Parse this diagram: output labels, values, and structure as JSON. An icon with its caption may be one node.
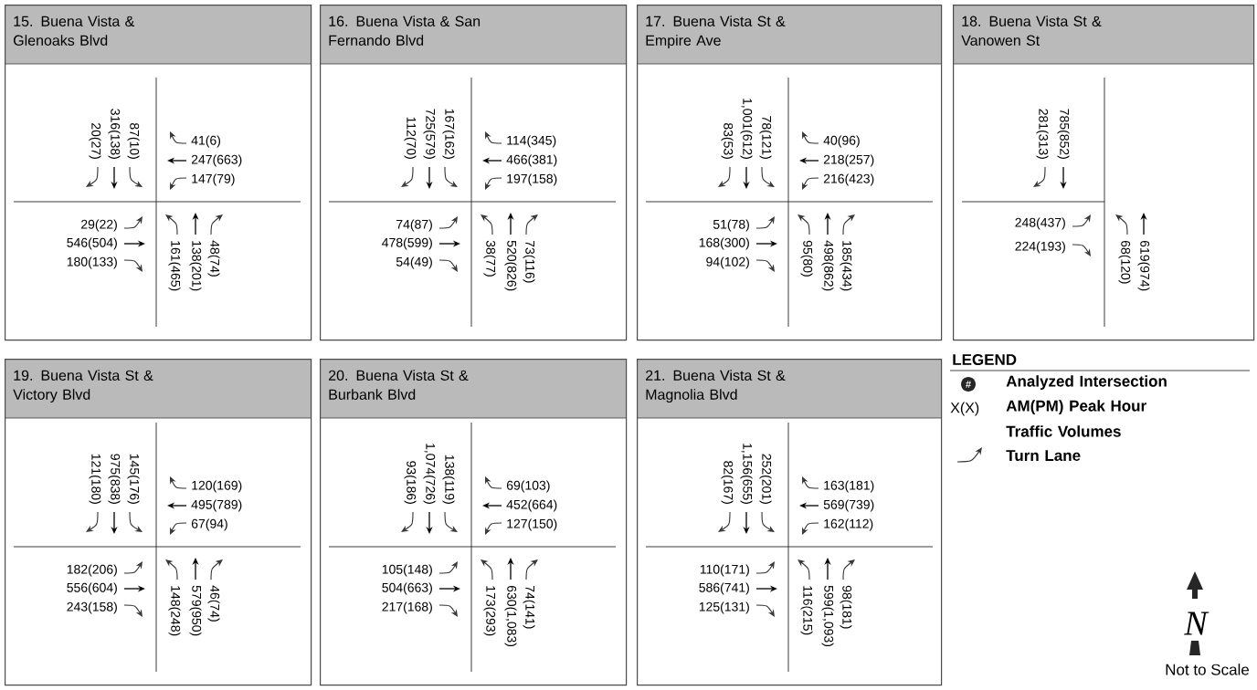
{
  "diagram": {
    "nodes": [
      {
        "text": [
          "15. Buena Vista & Glenoaks Blvd"
        ]
      },
      {
        "text": [
          "16. Buena Vista & San Fernando Blvd"
        ]
      },
      {
        "text": [
          "17. Buena Vista St & Empire Ave"
        ]
      },
      {
        "text": [
          "18. Buena Vista St & Vanowen St"
        ]
      },
      {
        "text": [
          "19. Buena Vista St & Victory Blvd"
        ]
      },
      {
        "text": [
          "20. Buena Vista St & Burbank Blvd"
        ]
      },
      {
        "text": [
          "21. Buena Vista St & Magnolia Blvd"
        ]
      }
    ],
    "labels": [
      "20(27)",
      "316(138)",
      "87(10)",
      "41(6)",
      "247(663)",
      "147(79)",
      "29(22)",
      "546(504)",
      "180(133)",
      "161(465)",
      "138(201)",
      "48(74)",
      "112(70)",
      "725(579)",
      "167(162)",
      "114(345)",
      "466(381)",
      "197(158)",
      "74(87)",
      "478(599)",
      "54(49)",
      "38(77)",
      "520(826)",
      "73(116)",
      "83(53)",
      "1,001(612)",
      "78(121)",
      "40(96)",
      "218(257)",
      "216(423)",
      "51(78)",
      "168(300)",
      "94(102)",
      "95(80)",
      "498(862)",
      "185(434)",
      "281(313)",
      "785(852)",
      "248(437)",
      "224(193)",
      "68(120)",
      "619(974)",
      "121(180)",
      "975(838)",
      "145(176)",
      "120(169)",
      "495(789)",
      "67(94)",
      "182(206)",
      "556(604)",
      "243(158)",
      "148(248)",
      "579(950)",
      "46(74)",
      "93(186)",
      "1,074(726)",
      "138(119)",
      "69(103)",
      "452(664)",
      "127(150)",
      "105(148)",
      "504(663)",
      "217(168)",
      "173(293)",
      "630(1,083)",
      "74(141)",
      "82(167)",
      "1,156(655)",
      "252(201)",
      "163(181)",
      "569(739)",
      "162(112)",
      "110(171)",
      "586(741)",
      "125(131)",
      "116(215)",
      "599(1,093)",
      "98(181)",
      "LEGEND",
      "#",
      "X(X)",
      "N",
      "Not to Scale"
    ],
    "legend": [
      {
        "text": "Analyzed Intersection"
      },
      {
        "text": "AM(PM) Peak Hour Traffic Volumes"
      },
      {
        "text": "Turn Lane"
      }
    ]
  }
}
